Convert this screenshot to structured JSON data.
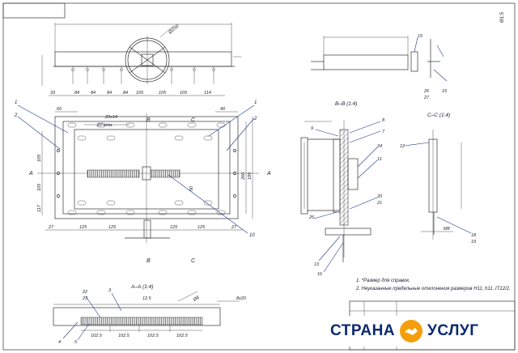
{
  "views": {
    "bb_title": "В–В (1:4)",
    "cc_title": "С–С (1:4)",
    "aa_title": "А–А (1:4)"
  },
  "top_dims": [
    "33",
    "84",
    "84",
    "84",
    "84",
    "105",
    "105",
    "105",
    "114"
  ],
  "wheel_dim": "Ø250",
  "plan_dims_top": [
    "60",
    "20х14",
    "27 отв.",
    "40"
  ],
  "plan_dims_side": [
    "105",
    "105",
    "117",
    "260",
    "185",
    "50"
  ],
  "plan_dims_bottom": [
    "27",
    "125",
    "125",
    "125",
    "125",
    "27"
  ],
  "plan_letters": [
    "А",
    "А",
    "В",
    "В",
    "С",
    "С"
  ],
  "plan_callouts": [
    "1",
    "2",
    "1",
    "2",
    "10"
  ],
  "bb_callouts": [
    "9",
    "8",
    "7",
    "24",
    "11",
    "20",
    "21",
    "25",
    "13",
    "16"
  ],
  "cc_callouts": [
    "12",
    "M8",
    "18",
    "19"
  ],
  "aa_callouts": [
    "22",
    "23",
    "3",
    "4",
    "5"
  ],
  "aa_dims": [
    "102.5",
    "102.5",
    "102.5",
    "102.5",
    "12.5",
    "8х20",
    "Ø8"
  ],
  "side_callouts": [
    "15",
    "26",
    "27",
    "15"
  ],
  "notes": [
    "1. *Размер для справок.",
    "2. Неуказанные предельные отклонения размеров Н11, h11, IT12/2."
  ],
  "corner_stamp": "Ө1.5",
  "logo": {
    "left": "СТРАНА",
    "right": "УСЛУГ"
  }
}
